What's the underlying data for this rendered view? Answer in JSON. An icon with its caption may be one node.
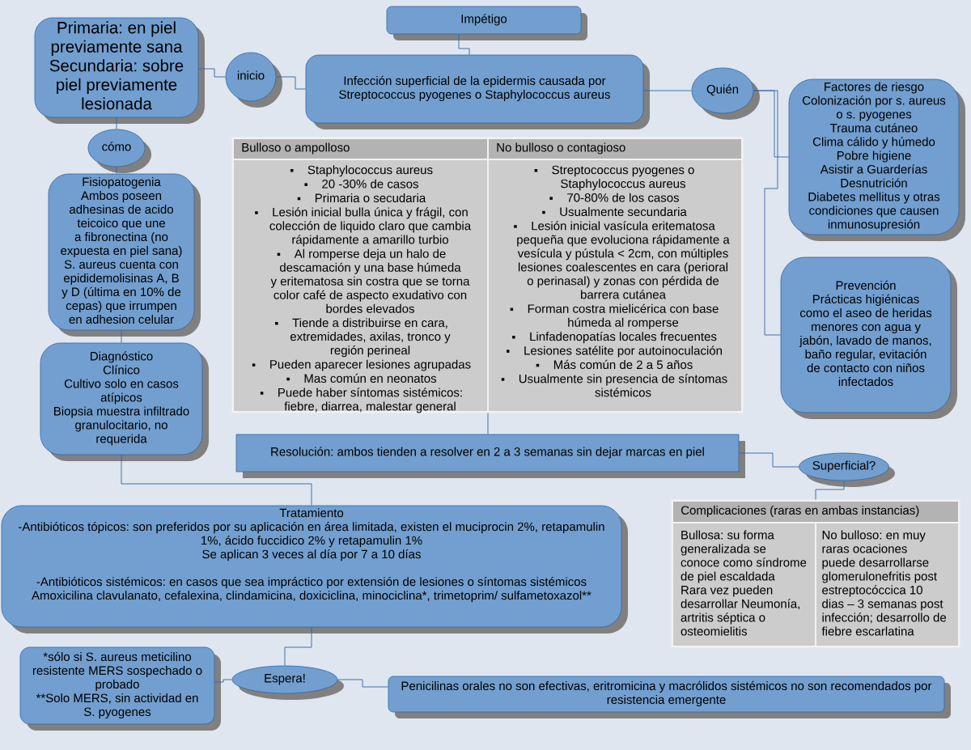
{
  "diagram": {
    "nodes": [
      {
        "text": [
          "Impétigo"
        ]
      },
      {
        "text": [
          "Primaria: en piel previamente sana",
          "Secundaria: sobre piel previamente lesionada"
        ]
      },
      {
        "text": [
          "inicio"
        ]
      },
      {
        "text": [
          "Infección superficial de la epidermis causada por Streptococcus pyogenes o Staphylococcus aureus"
        ]
      },
      {
        "text": [
          "Quién"
        ]
      },
      {
        "text": [
          "Factores de riesgo",
          "Colonización por s. aureus o s. pyogenes",
          "Trauma cutáneo",
          "Clima cálido y húmedo",
          "Pobre higiene",
          "Asistir a Guarderías",
          "Desnutrición",
          "Diabetes mellitus y otras condiciones que causen inmunosupresión"
        ]
      },
      {
        "text": [
          "cómo"
        ]
      },
      {
        "text": [],
        "shape": "box"
      },
      {
        "text": [
          "Bulloso o ampolloso",
          "Staphylococcus aureus",
          "20 -30% de casos",
          "Primaria o secudaria",
          "Lesión inicial bulla única y frágil, con colección de liquido claro que cambia rápidamente a amarillo turbio",
          "Al romperse deja un halo de descamación y una base húmeda y eritematosa sin costra que se torna color café de aspecto exudativo con bordes elevados",
          "Tiende a distribuirse en cara, extremidades, axilas, tronco y región perineal",
          "Pueden aparecer lesiones agrupadas",
          "Mas común en neonatos",
          "Puede haber síntomas sistémicos: fiebre, diarrea, malestar general"
        ],
        "in": 7
      },
      {
        "text": [
          "No bulloso o contagioso",
          "Streptococcus pyogenes o Staphylococcus aureus",
          "70-80% de los casos",
          "Usualmente secundaria",
          "Lesión inicial vasícula eritematosa pequeña que evoluciona rápidamente a vesícula y pústula < 2cm, con múltiples lesiones coalescentes en cara (perioral o perinasal) y zonas con pérdida de barrera cutánea",
          "Forman costra mielicérica con base húmeda al romperse",
          "Linfadenopatías locales frecuentes",
          "Lesiones satélite por autoinoculación",
          "Más común de 2 a 5 años",
          "Usualmente sin presencia de síntomas sistémicos"
        ],
        "in": 7
      },
      {
        "text": [
          "Fisiopatogenia",
          "Ambos poseen adhesinas de acido teicoico que une a fibronectina (no expuesta en piel sana)",
          "S. aureus cuenta con epididemolisinas A, B y D (última en 10% de cepas) que irrumpen en adhesion celular"
        ]
      },
      {
        "text": [
          "Prevención",
          "Prácticas higiénicas como el aseo de heridas menores con agua y jabón, lavado de manos, baño regular, evitación de contacto con niños infectados"
        ]
      },
      {
        "text": [
          "Diagnóstico",
          "Clínico",
          "Cultivo solo en casos atípicos",
          "Biopsia muestra infiltrado granulocitario, no requerida"
        ]
      },
      {
        "text": [
          "Resolución: ambos tienden a resolver en 2 a 3 semanas sin dejar marcas en piel"
        ]
      },
      {
        "text": [
          "Superficial?"
        ]
      },
      {
        "text": [
          "Complicaciones (raras en ambas instancias)"
        ]
      },
      {
        "text": [
          "Bullosa: su forma generalizada se conoce como síndrome de piel escaldada",
          "Rara vez pueden desarrollar Neumonía, artritis séptica o osteomielitis"
        ],
        "in": 15
      },
      {
        "text": [
          "No bulloso: en muy raras ocaciones puede desarrollarse glomerulonefritis post estreptocóccica 10 dias – 3 semanas post infección; desarrollo de fiebre escarlatina"
        ],
        "in": 15
      },
      {
        "text": [
          "Tratamiento",
          "-Antibióticos tópicos: son preferidos por su aplicación en área limitada, existen el muciprocin 2%, retapamulin 1%, ácido fuccidico 2% y retapamulin 1%",
          "Se aplican 3 veces al día por 7 a 10 días",
          "-Antibióticos sistémicos: en casos que sea impráctico por extensión de lesiones o síntomas sistémicos",
          "Amoxicilina clavulanato, cefalexina, clindamicina, doxiciclina, minociclina*, trimetoprim/ sulfametoxazol**"
        ]
      },
      {
        "text": [
          "*sólo si S. aureus meticilino resistente MERS sospechado o probado",
          "**Solo MERS, sin actividad en S. pyogenes"
        ]
      },
      {
        "text": [
          "Espera!"
        ]
      },
      {
        "text": [
          "Penicilinas orales no son efectivas, eritromicina y macrólidos sistémicos no son recomendados por resistencia emergente"
        ]
      }
    ],
    "edges": [
      {
        "from": 0,
        "to": 3,
        "arrow": "none"
      },
      {
        "from": 1,
        "to": 2,
        "arrow": "none"
      },
      {
        "from": 2,
        "to": 3,
        "arrow": "none"
      },
      {
        "from": 3,
        "to": 4,
        "arrow": "none"
      },
      {
        "from": 4,
        "to": 5,
        "arrow": "none"
      },
      {
        "from": 4,
        "to": 11,
        "arrow": "none"
      },
      {
        "from": 1,
        "to": 6,
        "arrow": "none"
      },
      {
        "from": 6,
        "to": 10,
        "arrow": "none"
      },
      {
        "from": 10,
        "to": 12,
        "arrow": "none"
      },
      {
        "from": 7,
        "to": 13,
        "arrow": "none"
      },
      {
        "from": 12,
        "to": 18,
        "arrow": "none"
      },
      {
        "from": 13,
        "to": 14,
        "arrow": "none"
      },
      {
        "from": 14,
        "to": 15,
        "arrow": "none"
      },
      {
        "from": 18,
        "to": 20,
        "arrow": "none"
      },
      {
        "from": 19,
        "to": 20,
        "arrow": "none"
      },
      {
        "from": 20,
        "to": 21,
        "arrow": "none"
      }
    ]
  }
}
